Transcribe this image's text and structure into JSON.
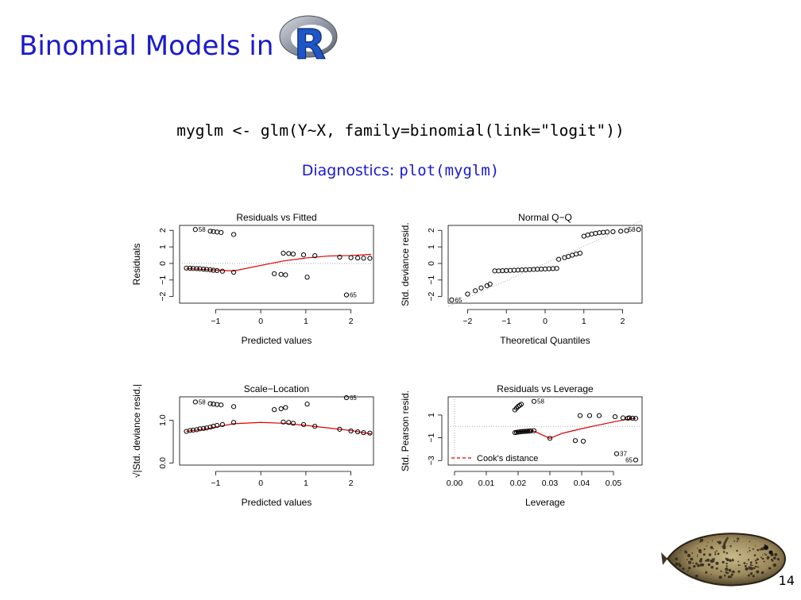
{
  "slide": {
    "title": "Binomial Models in",
    "code": "myglm <- glm(Y∼X, family=binomial(link=\"logit\"))",
    "diagnostics_label": "Diagnostics: ",
    "diagnostics_code": "plot(myglm)",
    "page_number": "14",
    "title_color": "#1a1acc"
  },
  "logo": {
    "letter": "R",
    "icon": "r-logo-icon"
  },
  "chart_data": [
    {
      "type": "scatter",
      "title": "Residuals vs Fitted",
      "xlabel": "Predicted values",
      "ylabel": "Residuals",
      "xlim": [
        -1.8,
        2.5
      ],
      "ylim": [
        -2.4,
        2.3
      ],
      "xticks": [
        -1,
        0,
        1,
        2
      ],
      "yticks": [
        -2,
        -1,
        0,
        1,
        2
      ],
      "reference_line": 0,
      "points": [
        [
          -1.65,
          -0.28
        ],
        [
          -1.57,
          -0.29
        ],
        [
          -1.5,
          -0.3
        ],
        [
          -1.42,
          -0.31
        ],
        [
          -1.35,
          -0.32
        ],
        [
          -1.27,
          -0.34
        ],
        [
          -1.2,
          -0.36
        ],
        [
          -1.12,
          -0.38
        ],
        [
          -1.05,
          -0.41
        ],
        [
          -0.97,
          -0.43
        ],
        [
          -0.85,
          -0.47
        ],
        [
          -0.6,
          -0.53
        ],
        [
          -1.45,
          2.05
        ],
        [
          -1.12,
          1.95
        ],
        [
          -1.05,
          1.93
        ],
        [
          -0.97,
          1.9
        ],
        [
          -0.88,
          1.87
        ],
        [
          -0.6,
          1.75
        ],
        [
          0.5,
          0.62
        ],
        [
          0.62,
          0.6
        ],
        [
          0.72,
          0.57
        ],
        [
          0.95,
          0.52
        ],
        [
          1.2,
          0.47
        ],
        [
          1.75,
          0.38
        ],
        [
          2.0,
          0.35
        ],
        [
          2.15,
          0.33
        ],
        [
          2.28,
          0.32
        ],
        [
          2.42,
          0.31
        ],
        [
          0.3,
          -0.62
        ],
        [
          0.45,
          -0.66
        ],
        [
          0.55,
          -0.69
        ],
        [
          1.03,
          -0.83
        ],
        [
          1.9,
          -1.9
        ]
      ],
      "smooth_line": {
        "x": [
          -1.65,
          -1.2,
          -0.6,
          0,
          0.5,
          1.0,
          1.5,
          2.0,
          2.45
        ],
        "y": [
          -0.3,
          -0.38,
          -0.45,
          -0.12,
          0.15,
          0.33,
          0.45,
          0.48,
          0.55
        ],
        "color": "#dd0000"
      },
      "annotations": [
        {
          "x": -1.45,
          "y": 2.05,
          "text": "58"
        },
        {
          "x": 1.9,
          "y": -1.9,
          "text": "65"
        }
      ]
    },
    {
      "type": "scatter",
      "title": "Normal Q−Q",
      "xlabel": "Theoretical Quantiles",
      "ylabel": "Std. deviance resid.",
      "xlim": [
        -2.5,
        2.5
      ],
      "ylim": [
        -2.4,
        2.3
      ],
      "xticks": [
        -2,
        -1,
        0,
        1,
        2
      ],
      "yticks": [
        -2,
        -1,
        0,
        1,
        2
      ],
      "reference_line": {
        "from": [
          -2.5,
          -2.6
        ],
        "to": [
          2.5,
          2.6
        ]
      },
      "points": [
        [
          -2.41,
          -2.2
        ],
        [
          -2.0,
          -1.85
        ],
        [
          -1.8,
          -1.65
        ],
        [
          -1.65,
          -1.48
        ],
        [
          -1.5,
          -1.35
        ],
        [
          -1.42,
          -1.25
        ],
        [
          -1.3,
          -0.45
        ],
        [
          -1.2,
          -0.45
        ],
        [
          -1.1,
          -0.44
        ],
        [
          -1.0,
          -0.43
        ],
        [
          -0.9,
          -0.42
        ],
        [
          -0.8,
          -0.41
        ],
        [
          -0.7,
          -0.4
        ],
        [
          -0.6,
          -0.39
        ],
        [
          -0.5,
          -0.38
        ],
        [
          -0.4,
          -0.37
        ],
        [
          -0.3,
          -0.36
        ],
        [
          -0.2,
          -0.35
        ],
        [
          -0.1,
          -0.34
        ],
        [
          0.0,
          -0.33
        ],
        [
          0.1,
          -0.32
        ],
        [
          0.2,
          -0.31
        ],
        [
          0.3,
          -0.3
        ],
        [
          0.35,
          0.25
        ],
        [
          0.5,
          0.35
        ],
        [
          0.6,
          0.42
        ],
        [
          0.7,
          0.5
        ],
        [
          0.8,
          0.57
        ],
        [
          0.9,
          0.62
        ],
        [
          1.0,
          1.65
        ],
        [
          1.1,
          1.72
        ],
        [
          1.2,
          1.78
        ],
        [
          1.3,
          1.82
        ],
        [
          1.4,
          1.86
        ],
        [
          1.5,
          1.88
        ],
        [
          1.6,
          1.9
        ],
        [
          1.75,
          1.92
        ],
        [
          1.95,
          1.95
        ],
        [
          2.1,
          1.98
        ],
        [
          2.41,
          2.05
        ]
      ],
      "annotations": [
        {
          "x": 2.41,
          "y": 2.05,
          "text": "58"
        },
        {
          "x": -2.41,
          "y": -2.2,
          "text": "65"
        }
      ]
    },
    {
      "type": "scatter",
      "title": "Scale−Location",
      "xlabel": "Predicted values",
      "ylabel": "√|Std. deviance resid.|",
      "xlim": [
        -1.8,
        2.5
      ],
      "ylim": [
        -0.05,
        1.55
      ],
      "xticks": [
        -1,
        0,
        1,
        2
      ],
      "yticks": [
        0.0,
        1.0
      ],
      "ytick_labels": [
        "0.0",
        "1.0"
      ],
      "points": [
        [
          -1.65,
          0.74
        ],
        [
          -1.57,
          0.76
        ],
        [
          -1.5,
          0.77
        ],
        [
          -1.42,
          0.78
        ],
        [
          -1.35,
          0.8
        ],
        [
          -1.27,
          0.81
        ],
        [
          -1.2,
          0.82
        ],
        [
          -1.12,
          0.84
        ],
        [
          -1.05,
          0.86
        ],
        [
          -0.97,
          0.88
        ],
        [
          -0.85,
          0.9
        ],
        [
          -0.6,
          0.95
        ],
        [
          -1.45,
          1.43
        ],
        [
          -1.12,
          1.39
        ],
        [
          -1.05,
          1.38
        ],
        [
          -0.97,
          1.37
        ],
        [
          -0.88,
          1.36
        ],
        [
          -0.6,
          1.32
        ],
        [
          0.5,
          0.96
        ],
        [
          0.62,
          0.95
        ],
        [
          0.72,
          0.93
        ],
        [
          0.95,
          0.9
        ],
        [
          1.2,
          0.86
        ],
        [
          1.75,
          0.79
        ],
        [
          2.0,
          0.75
        ],
        [
          2.15,
          0.73
        ],
        [
          2.28,
          0.71
        ],
        [
          2.42,
          0.7
        ],
        [
          0.3,
          1.25
        ],
        [
          0.45,
          1.27
        ],
        [
          0.55,
          1.3
        ],
        [
          1.03,
          1.38
        ],
        [
          1.9,
          1.53
        ]
      ],
      "smooth_line": {
        "x": [
          -1.65,
          -1.2,
          -0.6,
          0,
          0.5,
          1.0,
          1.5,
          2.0,
          2.45
        ],
        "y": [
          0.74,
          0.8,
          0.92,
          0.95,
          0.93,
          0.88,
          0.82,
          0.76,
          0.68
        ],
        "color": "#dd0000"
      },
      "annotations": [
        {
          "x": -1.45,
          "y": 1.43,
          "text": "58"
        },
        {
          "x": 1.9,
          "y": 1.53,
          "text": "65"
        }
      ]
    },
    {
      "type": "scatter",
      "title": "Residuals vs Leverage",
      "xlabel": "Leverage",
      "ylabel": "Std. Pearson resid.",
      "xlim": [
        -0.002,
        0.059
      ],
      "ylim": [
        -3.4,
        2.6
      ],
      "xticks": [
        0.0,
        0.01,
        0.02,
        0.03,
        0.04,
        0.05
      ],
      "xtick_labels": [
        "0.00",
        "0.01",
        "0.02",
        "0.03",
        "0.04",
        "0.05"
      ],
      "yticks": [
        -3,
        -1,
        1
      ],
      "reference_line": 0,
      "points": [
        [
          0.019,
          -0.55
        ],
        [
          0.0195,
          -0.52
        ],
        [
          0.02,
          -0.5
        ],
        [
          0.0205,
          -0.48
        ],
        [
          0.021,
          -0.46
        ],
        [
          0.0215,
          -0.45
        ],
        [
          0.022,
          -0.44
        ],
        [
          0.0225,
          -0.43
        ],
        [
          0.023,
          -0.42
        ],
        [
          0.0235,
          -0.41
        ],
        [
          0.024,
          -0.4
        ],
        [
          0.025,
          -0.38
        ],
        [
          0.019,
          1.45
        ],
        [
          0.0195,
          1.6
        ],
        [
          0.02,
          1.75
        ],
        [
          0.0205,
          1.85
        ],
        [
          0.021,
          1.95
        ],
        [
          0.025,
          2.2
        ],
        [
          0.03,
          -1.05
        ],
        [
          0.038,
          -1.25
        ],
        [
          0.0405,
          -1.3
        ],
        [
          0.0395,
          0.95
        ],
        [
          0.0425,
          0.95
        ],
        [
          0.0455,
          0.95
        ],
        [
          0.0505,
          0.85
        ],
        [
          0.053,
          0.75
        ],
        [
          0.0545,
          0.72
        ],
        [
          0.055,
          0.75
        ],
        [
          0.056,
          0.72
        ],
        [
          0.057,
          0.7
        ],
        [
          0.051,
          -2.4
        ],
        [
          0.057,
          -2.95
        ]
      ],
      "smooth_line": {
        "x": [
          0.019,
          0.025,
          0.03,
          0.034,
          0.04,
          0.045,
          0.05,
          0.055,
          0.057
        ],
        "y": [
          -0.45,
          -0.42,
          -1.05,
          -0.6,
          -0.2,
          0.1,
          0.4,
          0.65,
          0.7
        ],
        "color": "#dd0000"
      },
      "annotations": [
        {
          "x": 0.025,
          "y": 2.2,
          "text": "58"
        },
        {
          "x": 0.051,
          "y": -2.4,
          "text": "37"
        },
        {
          "x": 0.057,
          "y": -2.95,
          "text": "65"
        }
      ],
      "legend": {
        "label": "Cook's distance",
        "position": "bottom-left",
        "color": "#dd0000",
        "style": "dashed"
      }
    }
  ]
}
